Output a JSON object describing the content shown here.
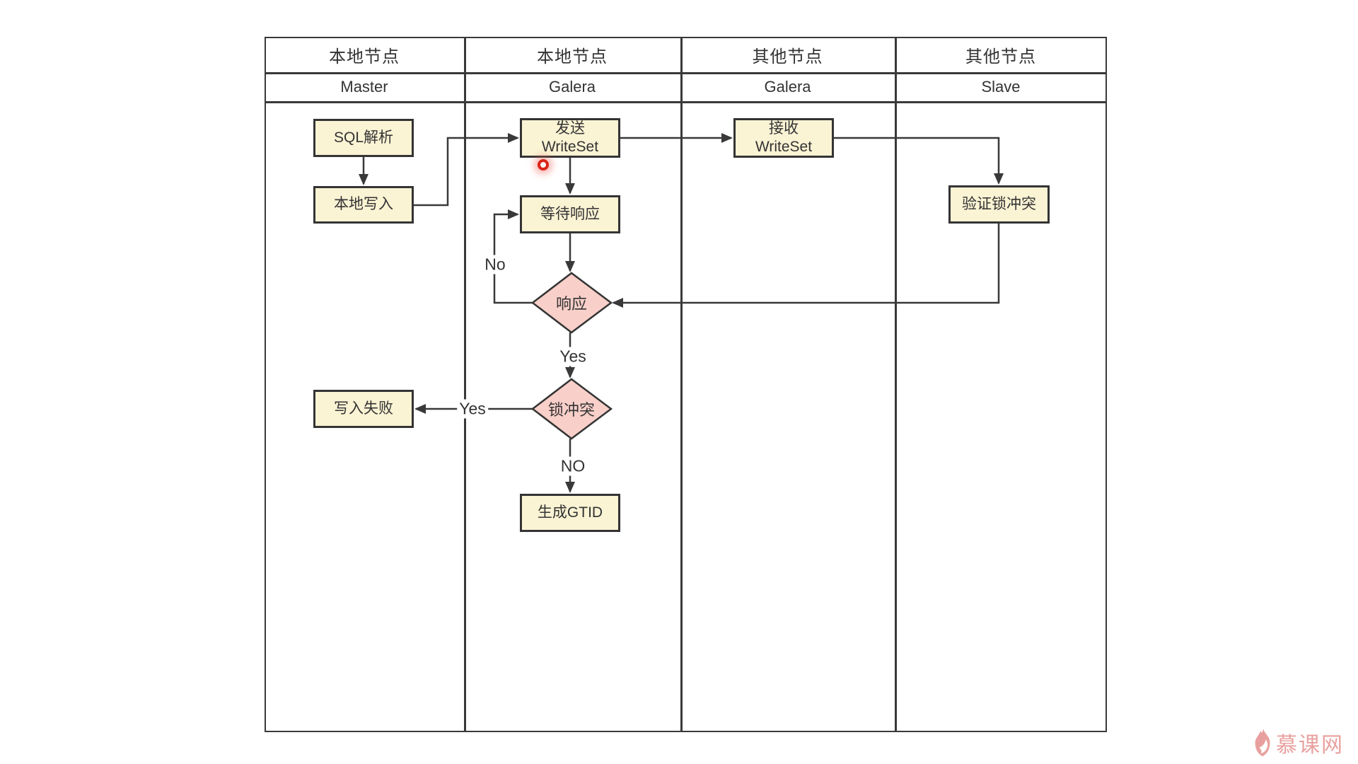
{
  "lanes": {
    "columns": [
      {
        "top": "本地节点",
        "bottom": "Master"
      },
      {
        "top": "本地节点",
        "bottom": "Galera"
      },
      {
        "top": "其他节点",
        "bottom": "Galera"
      },
      {
        "top": "其他节点",
        "bottom": "Slave"
      }
    ]
  },
  "nodes": {
    "sql_parse": {
      "label": "SQL解析",
      "type": "process"
    },
    "local_write": {
      "label": "本地写入",
      "type": "process"
    },
    "send_writeset": {
      "label": "发送\nWriteSet",
      "type": "process"
    },
    "recv_writeset": {
      "label": "接收\nWriteSet",
      "type": "process"
    },
    "verify_lock": {
      "label": "验证锁冲突",
      "type": "process"
    },
    "wait_response": {
      "label": "等待响应",
      "type": "process"
    },
    "response": {
      "label": "响应",
      "type": "decision"
    },
    "lock_conflict": {
      "label": "锁冲突",
      "type": "decision"
    },
    "write_fail": {
      "label": "写入失败",
      "type": "process"
    },
    "gen_gtid": {
      "label": "生成GTID",
      "type": "process"
    }
  },
  "edges": [
    {
      "from": "sql_parse",
      "to": "local_write",
      "label": ""
    },
    {
      "from": "local_write",
      "to": "send_writeset",
      "label": ""
    },
    {
      "from": "send_writeset",
      "to": "wait_response",
      "label": ""
    },
    {
      "from": "send_writeset",
      "to": "recv_writeset",
      "label": ""
    },
    {
      "from": "recv_writeset",
      "to": "verify_lock",
      "label": ""
    },
    {
      "from": "verify_lock",
      "to": "response",
      "label": ""
    },
    {
      "from": "wait_response",
      "to": "response",
      "label": ""
    },
    {
      "from": "response",
      "to": "wait_response",
      "label": "No"
    },
    {
      "from": "response",
      "to": "lock_conflict",
      "label": "Yes"
    },
    {
      "from": "lock_conflict",
      "to": "write_fail",
      "label": "Yes"
    },
    {
      "from": "lock_conflict",
      "to": "gen_gtid",
      "label": "NO"
    }
  ],
  "watermark": {
    "brand": "慕课网"
  },
  "colors": {
    "process_fill": "#faf3d4",
    "decision_fill": "#f8cfc9",
    "stroke": "#393939",
    "text": "#333333",
    "brand": "#e8a09e",
    "pointer_ring": "#da2418"
  }
}
